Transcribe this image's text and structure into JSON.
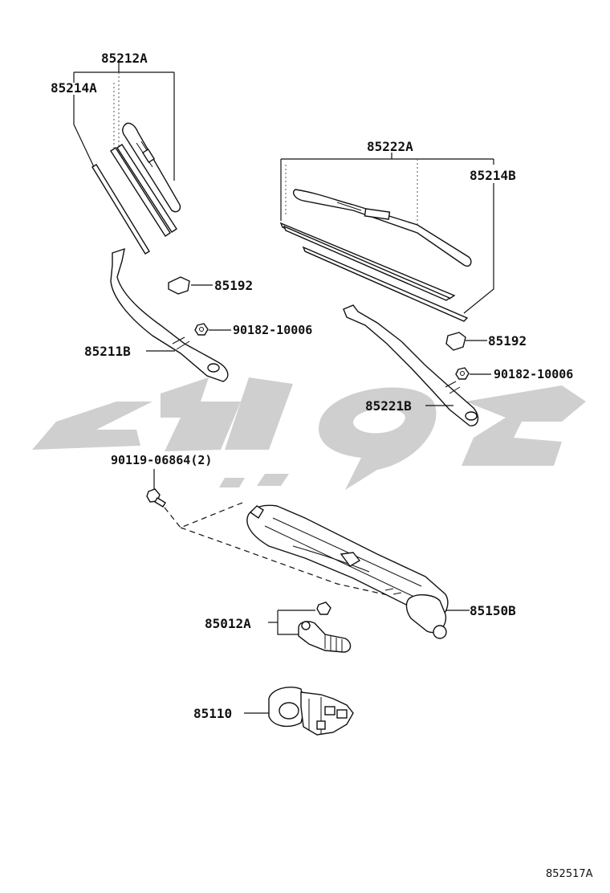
{
  "labels": {
    "p85212A": "85212A",
    "p85214A": "85214A",
    "p85222A": "85222A",
    "p85214B": "85214B",
    "p85192_left": "85192",
    "p90182_left": "90182-10006",
    "p85211B": "85211B",
    "p85192_right": "85192",
    "p90182_right": "90182-10006",
    "p85221B": "85221B",
    "p90119": "90119-06864(2)",
    "p85012A": "85012A",
    "p85150B": "85150B",
    "p85110": "85110"
  },
  "figure_ref": "852517A",
  "watermark_color": "#cfcfcf"
}
